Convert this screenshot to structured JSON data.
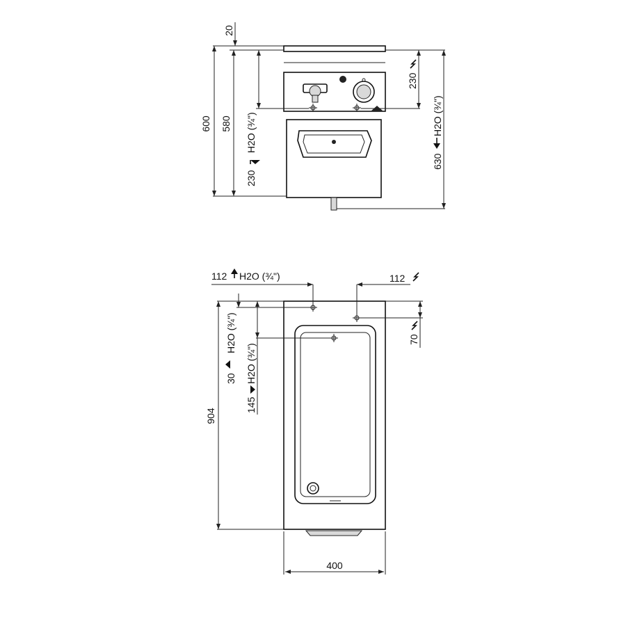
{
  "front_view": {
    "dim_top": "20",
    "dim_height_total": "600",
    "dim_height_inner": "580",
    "dim_water_in_height": "230",
    "water_in_label": "H2O (¾\")",
    "dim_electric_height": "230",
    "dim_water_out_height": "630",
    "water_out_label": "H2O (¾\")"
  },
  "top_view": {
    "dim_water_in_x": "112",
    "water_in_x_label": "H2O (¾\")",
    "dim_electric_x": "112",
    "dim_electric_y": "70",
    "dim_water_in_y": "30",
    "water_in_y_label": "H2O (¾\")",
    "dim_water_out_y": "145",
    "water_out_y_label": "H2O (¾\")",
    "dim_depth": "904",
    "dim_width": "400"
  },
  "icons": {
    "electric": "lightning-bolt-icon",
    "water_in": "arrow-up-icon",
    "water_out": "arrow-down-icon"
  }
}
